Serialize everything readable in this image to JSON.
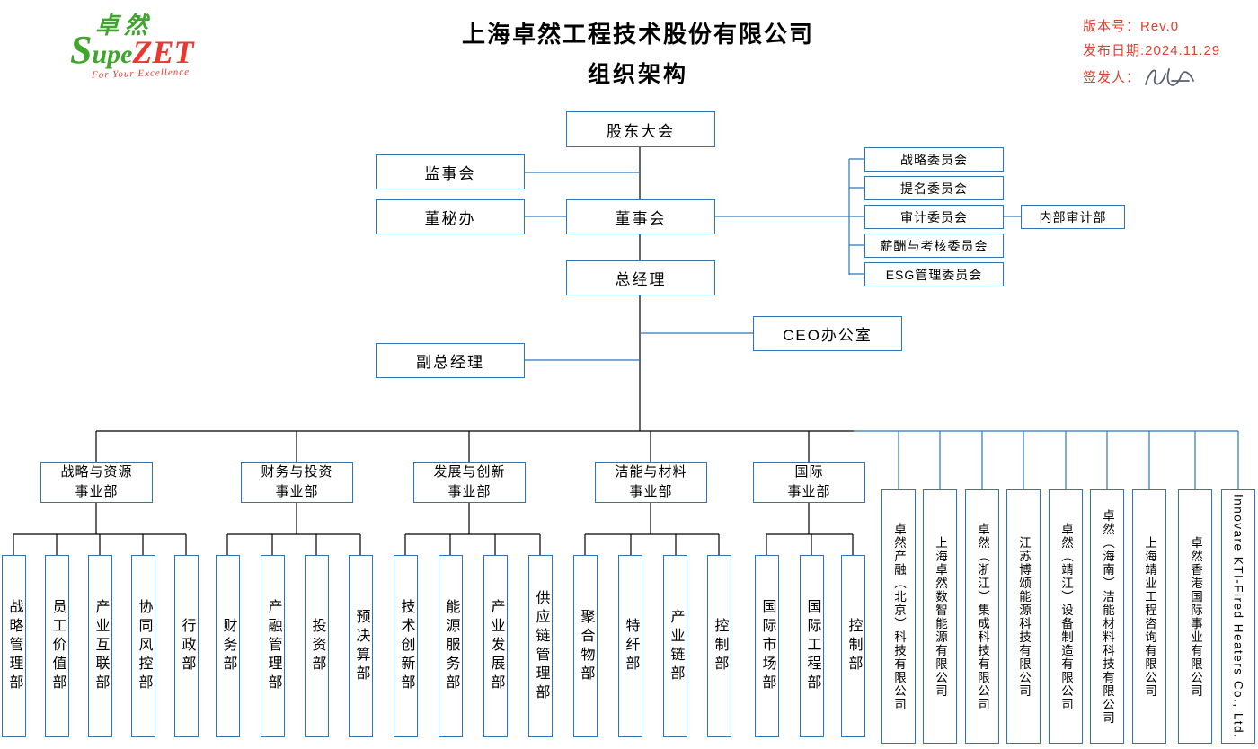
{
  "header": {
    "logo_cn": "卓然",
    "logo_s": "S",
    "logo_upe": "upe",
    "logo_zet": "ZET",
    "logo_tagline": "For Your Excellence",
    "title_line1": "上海卓然工程技术股份有限公司",
    "title_line2": "组织架构",
    "meta": {
      "version": "版本号：Rev.0",
      "date": "发布日期:2024.11.29",
      "signer": "签发人："
    }
  },
  "nodes": {
    "shareholders": "股东大会",
    "supervisory_board": "监事会",
    "board_secretary_office": "董秘办",
    "board_of_directors": "董事会",
    "general_manager": "总经理",
    "deputy_general_manager": "副总经理",
    "ceo_office": "CEO办公室",
    "internal_audit": "内部审计部",
    "committees": [
      "战略委员会",
      "提名委员会",
      "审计委员会",
      "薪酬与考核委员会",
      "ESG管理委员会"
    ]
  },
  "divisions": [
    {
      "label": "战略与资源\n事业部",
      "children": [
        "战略管理部",
        "员工价值部",
        "产业互联部",
        "协同风控部",
        "行政部"
      ]
    },
    {
      "label": "财务与投资\n事业部",
      "children": [
        "财务部",
        "产融管理部",
        "投资部",
        "预决算部"
      ]
    },
    {
      "label": "发展与创新\n事业部",
      "children": [
        "技术创新部",
        "能源服务部",
        "产业发展部",
        "供应链管理部"
      ]
    },
    {
      "label": "洁能与材料\n事业部",
      "children": [
        "聚合物部",
        "特纤部",
        "产业链部",
        "控制部"
      ]
    },
    {
      "label": "国际\n事业部",
      "children": [
        "国际市场部",
        "国际工程部",
        "控制部"
      ]
    }
  ],
  "subsidiaries": [
    "卓然产融（北京）科技有限公司",
    "上海卓然数智能源有限公司",
    "卓然（浙江）集成科技有限公司",
    "江苏博颂能源科技有限公司",
    "卓然（靖江）设备制造有限公司",
    "卓然（海南）洁能材料科技有限公司",
    "上海靖业工程咨询有限公司",
    "卓然香港国际事业有限公司",
    "Innovare KTI-Fired Heaters Co., Ltd."
  ],
  "colors": {
    "box_border_blue": "#2e75b6",
    "line_black": "#000000",
    "brand_green": "#3fa52c",
    "brand_red": "#e8382f",
    "meta_red": "#e23f30"
  }
}
